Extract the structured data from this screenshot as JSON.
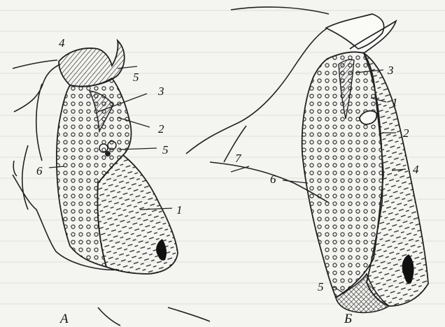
{
  "figure": {
    "panel_a": {
      "caption": "А",
      "labels": [
        "4",
        "5",
        "3",
        "2",
        "5",
        "6",
        "1"
      ]
    },
    "panel_b": {
      "caption": "Б",
      "labels": [
        "3",
        "1",
        "2",
        "4",
        "7",
        "6",
        "5"
      ]
    }
  }
}
